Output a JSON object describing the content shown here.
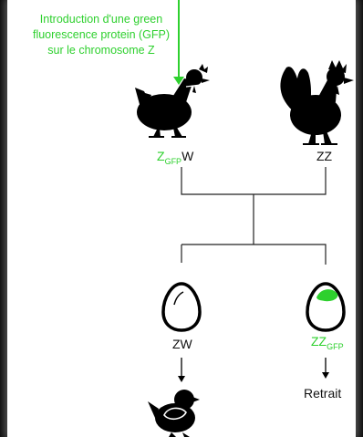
{
  "annotation": {
    "text": "Introduction d'une green fluorescence protein (GFP) sur le chromosome Z"
  },
  "hen": {
    "base": "Z",
    "subscript": "GFP",
    "suffix": "W"
  },
  "rooster": {
    "label": "ZZ"
  },
  "egg_left": {
    "label": "ZW"
  },
  "egg_right": {
    "base": "ZZ",
    "subscript": "GFP"
  },
  "outcome_right": {
    "label": "Retrait"
  },
  "colors": {
    "gfp_green": "#2ed02e",
    "ink": "#000000"
  }
}
